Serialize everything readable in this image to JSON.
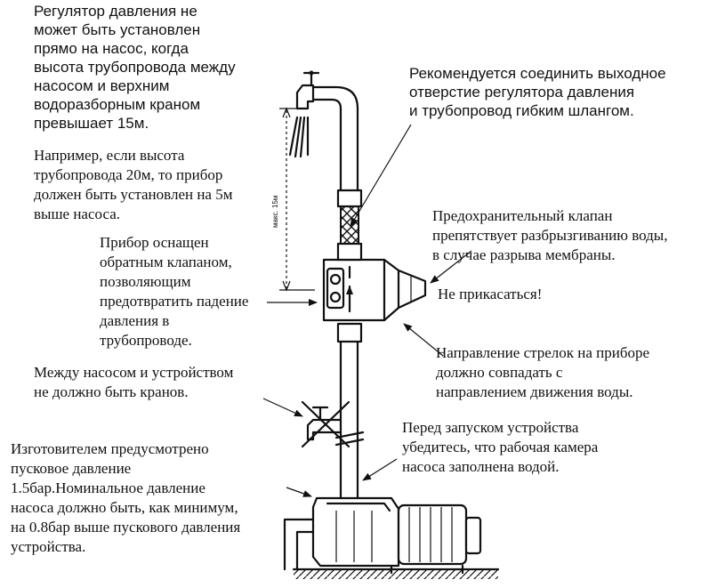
{
  "notes": {
    "regulator_height": {
      "lines": [
        "Регулятор давления не",
        "может быть установлен",
        "прямо на насос, когда",
        "высота трубопровода между",
        "насосом и верхним",
        "водоразборным краном",
        "превышает 15м."
      ]
    },
    "example": {
      "lines": [
        "Например, если высота",
        "трубопровода 20м, то прибор",
        "должен быть установлен на 5м",
        "выше насоса."
      ]
    },
    "check_valve": {
      "lines": [
        "Прибор  оснащен",
        "обратным клапаном,",
        "позволяющим",
        "предотвратить падение",
        "давления в",
        "трубопроводе."
      ]
    },
    "no_valves": {
      "lines": [
        "Между насосом и устройством",
        "не должно быть кранов."
      ]
    },
    "factory_pressure": {
      "lines": [
        "Изготовителем предусмотрено",
        "пусковое давление",
        "1.5бар.Номинальное давление",
        "насоса должно быть, как минимум,",
        "на 0.8бар выше пускового давления",
        "устройства."
      ]
    },
    "flexible_hose": {
      "lines": [
        "Рекомендуется соединить выходное",
        "отверстие  регулятора давления",
        "и трубопровод  гибким шлангом."
      ]
    },
    "safety_valve": {
      "lines": [
        "Предохранительный клапан",
        "препятствует разбрызгиванию воды,",
        "в случае разрыва мембраны."
      ]
    },
    "do_not_touch": {
      "text": "Не прикасаться!"
    },
    "arrow_direction": {
      "lines": [
        "Направление стрелок на приборе",
        "должно совпадать с",
        "направлением движения воды."
      ]
    },
    "before_start": {
      "lines": [
        "Перед запуском  устройства",
        "убедитесь, что рабочая камера",
        "насоса  заполнена водой."
      ]
    }
  },
  "dimension_label": "макс. 15м"
}
